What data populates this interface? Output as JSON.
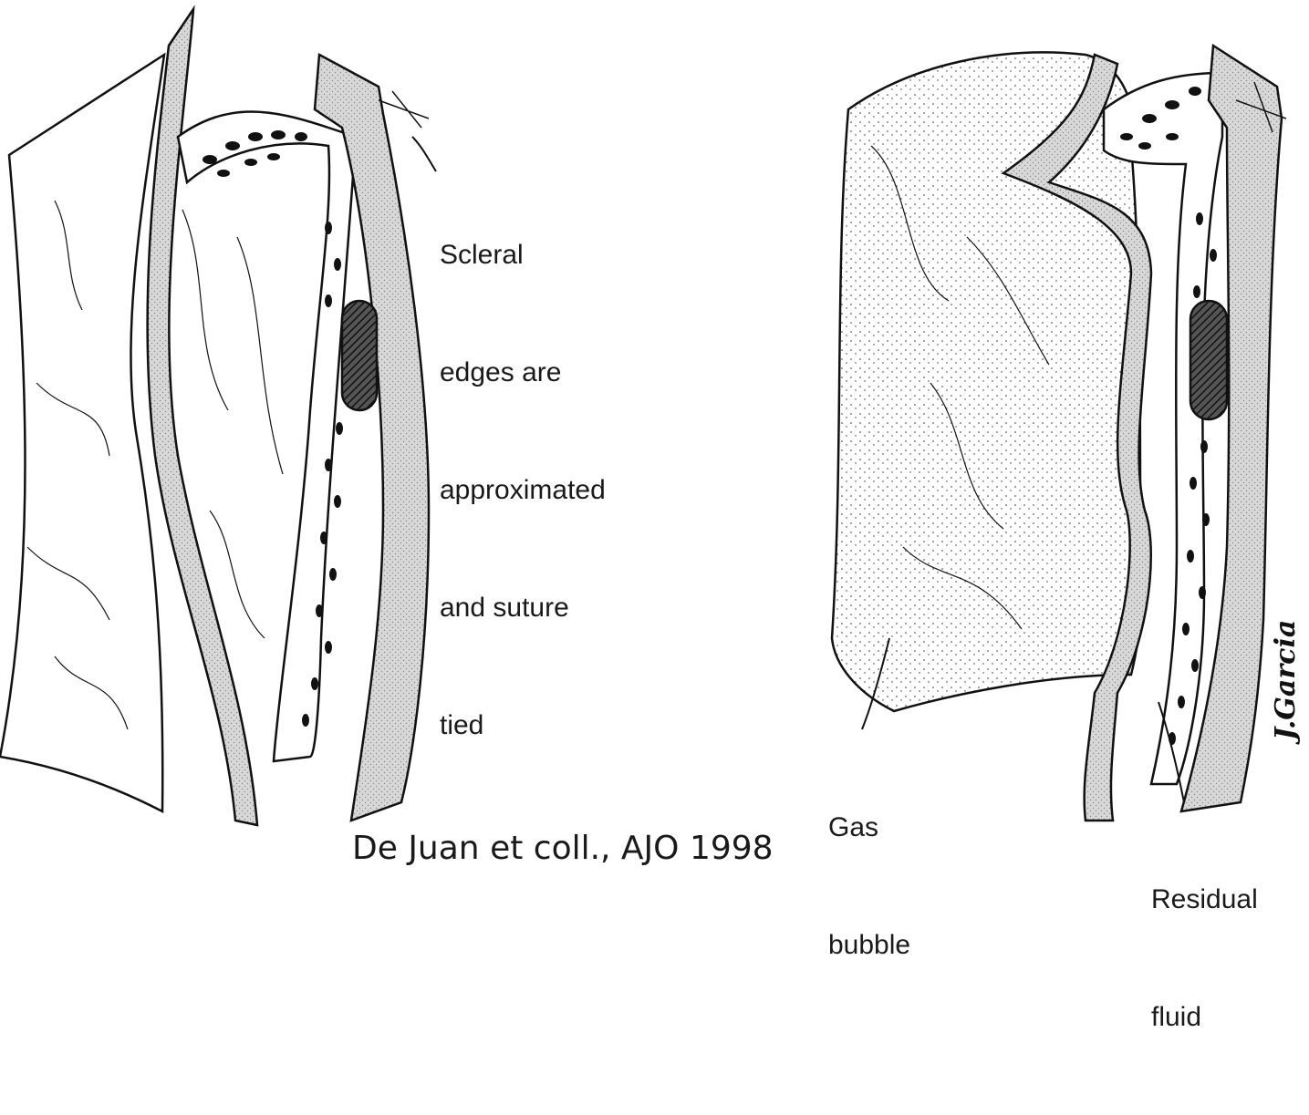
{
  "labels": {
    "scleral": [
      "Scleral",
      "edges are",
      "approximated",
      "and suture",
      "tied"
    ],
    "gas": [
      "Gas",
      "bubble"
    ],
    "residual": [
      "Residual",
      "fluid"
    ]
  },
  "caption": "De Juan et coll., AJO 1998",
  "signature": "J.Garcia"
}
